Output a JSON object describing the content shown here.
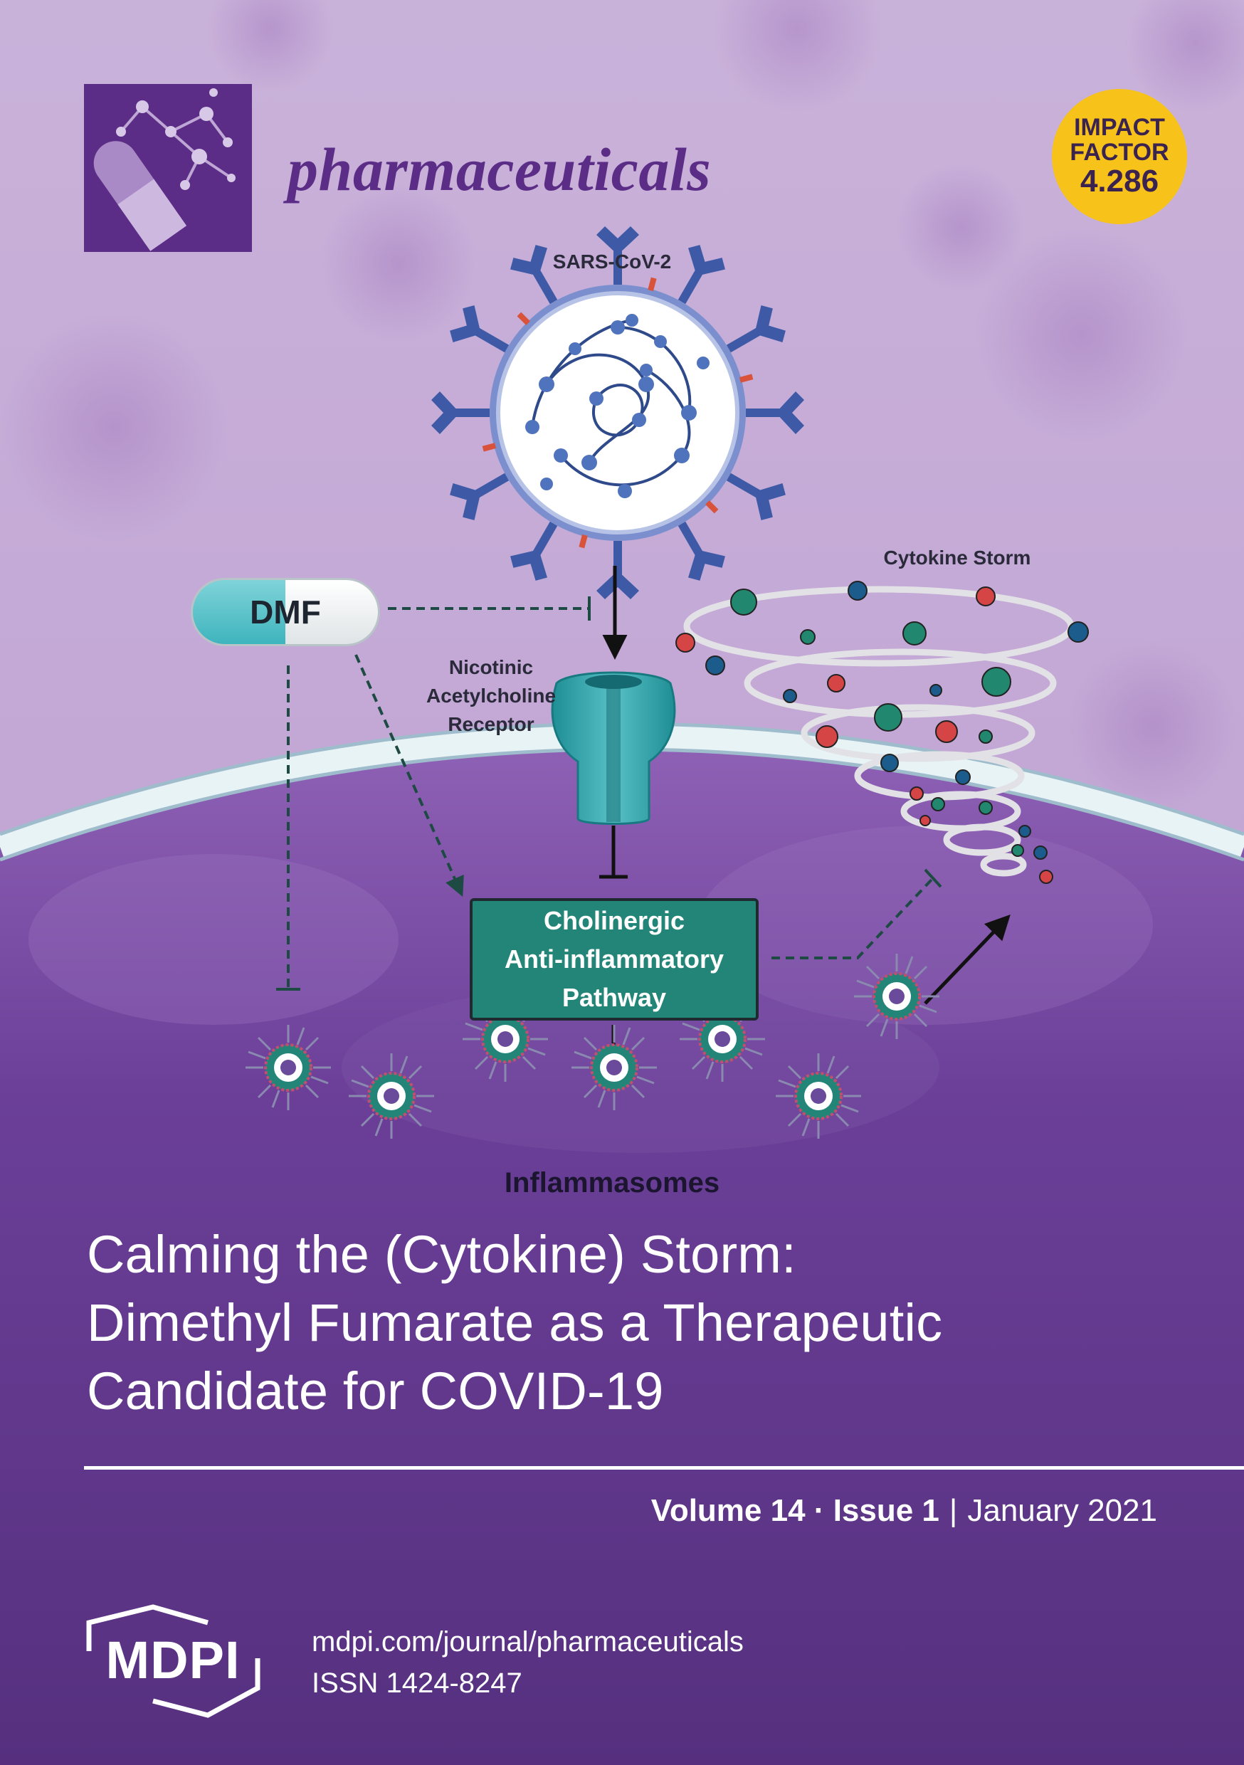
{
  "journal": {
    "name": "pharmaceuticals"
  },
  "impact_factor": {
    "line1": "IMPACT",
    "line2": "FACTOR",
    "value": "4.286"
  },
  "figure": {
    "virus_label": "SARS-CoV-2",
    "storm_label": "Cytokine Storm",
    "receptor_label": [
      "Nicotinic",
      "Acetylcholine",
      "Receptor"
    ],
    "drug_label": "DMF",
    "pathway_label": [
      "Cholinergic",
      "Anti-inflammatory",
      "Pathway"
    ],
    "inflammasome_label": "Inflammasomes"
  },
  "article": {
    "title_lines": [
      "Calming the (Cytokine) Storm:",
      "Dimethyl Fumarate as a Therapeutic",
      "Candidate for COVID-19"
    ]
  },
  "issue": {
    "volume": "Volume 14",
    "issue": "Issue 1",
    "date": "January 2021"
  },
  "publisher": {
    "logo": "MDPI",
    "url": "mdpi.com/journal/pharmaceuticals",
    "issn": "ISSN 1424-8247"
  },
  "colors": {
    "background_top": "#c8aed8",
    "background_bottom": "#5a3585",
    "accent_yellow": "#f7c21a",
    "pathway_green": "#238578",
    "journal_purple": "#5c2d86"
  }
}
